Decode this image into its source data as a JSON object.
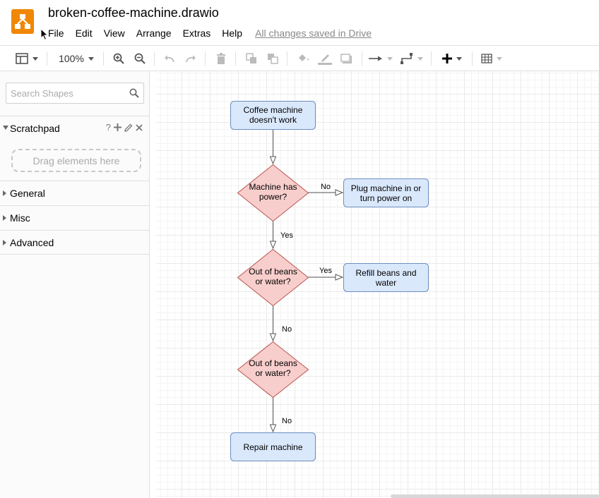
{
  "header": {
    "doc_title": "broken-coffee-machine.drawio",
    "menu": [
      "File",
      "Edit",
      "View",
      "Arrange",
      "Extras",
      "Help"
    ],
    "save_status": "All changes saved in Drive"
  },
  "toolbar": {
    "zoom": "100%",
    "icons": [
      "format-panel-icon",
      "zoom-in-icon",
      "zoom-out-icon",
      "undo-icon",
      "redo-icon",
      "delete-icon",
      "to-front-icon",
      "to-back-icon",
      "fill-color-icon",
      "line-color-icon",
      "shadow-icon",
      "connection-icon",
      "waypoints-icon",
      "insert-icon",
      "table-icon"
    ]
  },
  "sidebar": {
    "search_placeholder": "Search Shapes",
    "scratchpad": {
      "label": "Scratchpad",
      "help": "?",
      "drop_hint": "Drag elements here"
    },
    "sections": [
      "General",
      "Misc",
      "Advanced"
    ]
  },
  "diagram": {
    "colors": {
      "process_fill": "#dae8fc",
      "process_stroke": "#6c8ebf",
      "decision_fill": "#f8cecc",
      "decision_stroke": "#b85450"
    },
    "nodes": {
      "start": [
        "Coffee machine",
        "doesn't work"
      ],
      "d1": [
        "Machine has",
        "power?"
      ],
      "a1": [
        "Plug machine in or",
        "turn power on"
      ],
      "d2": [
        "Out of beans",
        "or water?"
      ],
      "a2": [
        "Refill beans and",
        "water"
      ],
      "d3": [
        "Out of beans",
        "or water?"
      ],
      "end": [
        "Repair machine"
      ]
    },
    "edge_labels": {
      "d1_a1": "No",
      "d1_d2": "Yes",
      "d2_a2": "Yes",
      "d2_d3": "No",
      "d3_end": "No"
    }
  }
}
